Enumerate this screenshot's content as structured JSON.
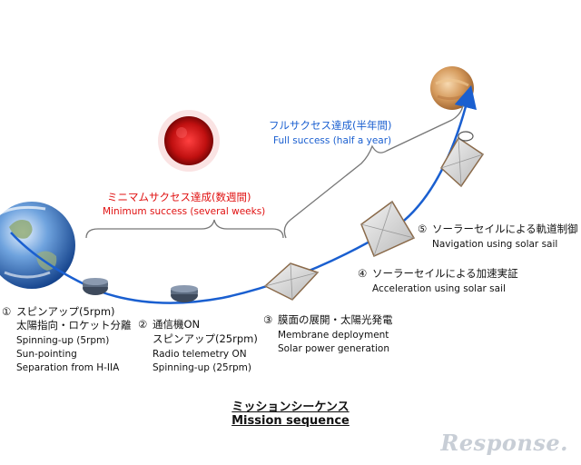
{
  "success": {
    "minimum_jp": "ミニマムサクセス達成(数週間)",
    "minimum_en": "Minimum success (several weeks)",
    "full_jp": "フルサクセス達成(半年間)",
    "full_en": "Full success (half a year)"
  },
  "steps": [
    {
      "num": "①",
      "lines": [
        "スピンアップ(5rpm)",
        "太陽指向・ロケット分離",
        "Spinning-up (5rpm)",
        "Sun-pointing",
        "Separation from H-IIA"
      ]
    },
    {
      "num": "②",
      "lines": [
        "通信機ON",
        "スピンアップ(25rpm)",
        "Radio telemetry ON",
        "Spinning-up (25rpm)"
      ]
    },
    {
      "num": "③",
      "lines": [
        "膜面の展開・太陽光発電",
        "Membrane deployment",
        "Solar power generation"
      ]
    },
    {
      "num": "④",
      "lines": [
        "ソーラーセイルによる加速実証",
        "Acceleration using solar sail"
      ]
    },
    {
      "num": "⑤",
      "lines": [
        "ソーラーセイルによる軌道制御",
        "Navigation using solar sail"
      ]
    }
  ],
  "caption": {
    "jp": "ミッションシーケンス",
    "en": "Mission sequence"
  },
  "watermark": "Response.",
  "colors": {
    "trajectory": "#1a5fd0",
    "minimum": "#e01010",
    "full": "#1a5fd0",
    "sun": "#c01414",
    "venus": "#d9a064",
    "earth": "#3a78c8"
  }
}
